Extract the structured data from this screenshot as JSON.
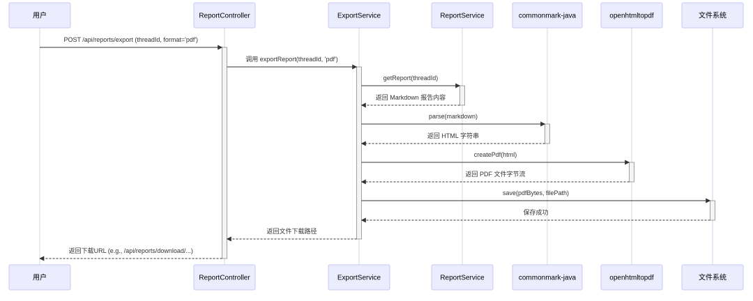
{
  "actors": [
    {
      "id": "user",
      "label": "用户"
    },
    {
      "id": "rc",
      "label": "ReportController"
    },
    {
      "id": "es",
      "label": "ExportService"
    },
    {
      "id": "rs",
      "label": "ReportService"
    },
    {
      "id": "cm",
      "label": "commonmark-java"
    },
    {
      "id": "oh",
      "label": "openhtmltopdf"
    },
    {
      "id": "fs",
      "label": "文件系统"
    }
  ],
  "messages": [
    {
      "from": "user",
      "to": "rc",
      "label": "POST /api/reports/export (threadId, format='pdf')",
      "style": "solid"
    },
    {
      "from": "rc",
      "to": "es",
      "label": "调用 exportReport(threadId, 'pdf')",
      "style": "solid"
    },
    {
      "from": "es",
      "to": "rs",
      "label": "getReport(threadId)",
      "style": "solid"
    },
    {
      "from": "rs",
      "to": "es",
      "label": "返回 Markdown 报告内容",
      "style": "dashed"
    },
    {
      "from": "es",
      "to": "cm",
      "label": "parse(markdown)",
      "style": "solid"
    },
    {
      "from": "cm",
      "to": "es",
      "label": "返回 HTML 字符串",
      "style": "dashed"
    },
    {
      "from": "es",
      "to": "oh",
      "label": "createPdf(html)",
      "style": "solid"
    },
    {
      "from": "oh",
      "to": "es",
      "label": "返回 PDF 文件字节流",
      "style": "dashed"
    },
    {
      "from": "es",
      "to": "fs",
      "label": "save(pdfBytes, filePath)",
      "style": "solid"
    },
    {
      "from": "fs",
      "to": "es",
      "label": "保存成功",
      "style": "dashed"
    },
    {
      "from": "es",
      "to": "rc",
      "label": "返回文件下载路径",
      "style": "dashed"
    },
    {
      "from": "rc",
      "to": "user",
      "label": "返回下载URL (e.g., /api/reports/download/...)",
      "style": "dashed"
    }
  ],
  "colors": {
    "actor_fill": "#ececff",
    "actor_border": "#c9c9f0",
    "lifeline": "#b9b9d8",
    "activation_fill": "#f4f4f4",
    "line": "#333333"
  }
}
